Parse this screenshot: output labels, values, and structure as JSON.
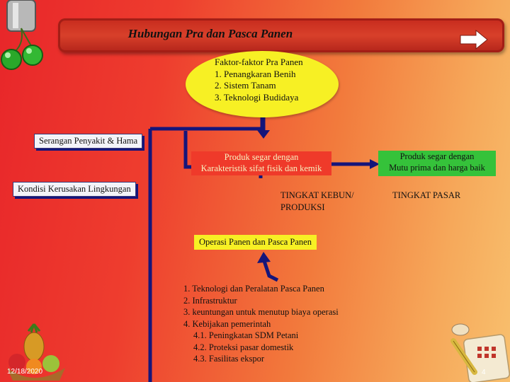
{
  "title": "Hubungan Pra dan Pasca Panen",
  "pre_harvest": {
    "heading": "Faktor-faktor Pra Panen",
    "items": [
      "1. Penangkaran Benih",
      "2. Sistem Tanam",
      "3. Teknologi Budidaya"
    ]
  },
  "left_labels": [
    "Serangan Penyakit & Hama",
    "Kondisi Kerusakan Lingkungan"
  ],
  "product_fresh": [
    "Produk segar dengan",
    "Karakteristik sifat fisik dan kemik"
  ],
  "product_prime": [
    "Produk segar dengan",
    "Mutu prima dan harga baik"
  ],
  "level_farm": [
    "TINGKAT KEBUN/",
    "PRODUKSI"
  ],
  "level_market": "TINGKAT PASAR",
  "operation": "Operasi Panen dan Pasca Panen",
  "factors": [
    "1. Teknologi dan Peralatan Pasca Panen",
    "2. Infrastruktur",
    "3. keuntungan untuk menutup biaya operasi",
    "4. Kebijakan pemerintah",
    "4.1. Peningkatan SDM Petani",
    "4.2. Proteksi pasar domestik",
    "4.3. Fasilitas ekspor"
  ],
  "footer": {
    "date": "12/18/2020",
    "page": "4"
  },
  "colors": {
    "arrow_blue": "#15157a",
    "ellipse_yellow": "#f7f024",
    "box_green": "#35c23a",
    "box_red": "#ef3a2a"
  },
  "icons": [
    "cherry-icon",
    "next-arrow-icon",
    "fruit-basket-icon",
    "tools-icon"
  ]
}
